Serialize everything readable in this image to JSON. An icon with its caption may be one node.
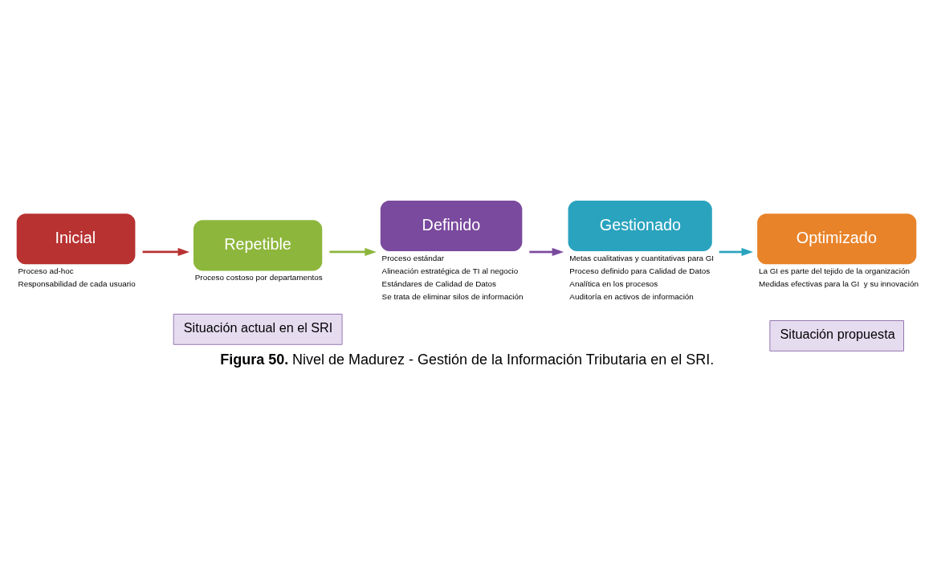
{
  "diagram": {
    "caption": "**Figura 50.** Nivel de Madurez - Gestión de la Información Tributaria en el SRI.",
    "nodes": [
      {
        "text": [
          "Inicial"
        ],
        "beside": [
          "Proceso ad-hoc",
          "Responsabilidad de cada usuario"
        ]
      },
      {
        "text": [
          "Repetible"
        ],
        "beside": [
          "Proceso costoso por departamentos"
        ]
      },
      {
        "text": [
          "Definido"
        ],
        "beside": [
          "Proceso estándar",
          "Alineación estratégica de TI al negocio",
          "Estándares de Calidad de Datos",
          "Se trata de eliminar silos de información"
        ]
      },
      {
        "text": [
          "Gestionado"
        ],
        "beside": [
          "Metas cualitativas y cuantitativas para GI",
          "Proceso definido para Calidad de Datos",
          "Analítica en los procesos",
          "Auditoría en activos de información"
        ]
      },
      {
        "text": [
          "Optimizado"
        ],
        "beside": [
          "La GI es parte del tejido de la organización",
          "Medidas efectivas para la GI  y su innovación"
        ]
      },
      {
        "text": [
          "Situación actual en el SRI"
        ]
      },
      {
        "text": [
          "Situación propuesta"
        ]
      }
    ],
    "edges": [
      {
        "from": 0,
        "to": 1,
        "arrow": "to",
        "color": "#b83232"
      },
      {
        "from": 1,
        "to": 2,
        "arrow": "to",
        "color": "#8db63c"
      },
      {
        "from": 2,
        "to": 3,
        "arrow": "to",
        "color": "#7a4a9e"
      },
      {
        "from": 3,
        "to": 4,
        "arrow": "to",
        "color": "#2aa3be"
      }
    ]
  }
}
